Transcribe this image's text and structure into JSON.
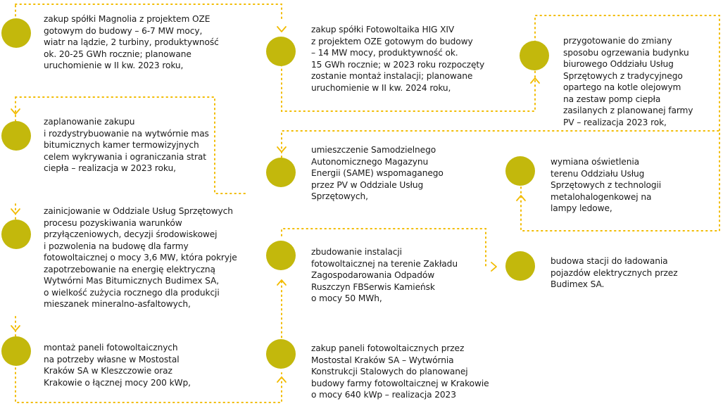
{
  "steps": [
    {
      "id": "s1",
      "text": "zakup spółki Magnolia z projektem OZE\ngotowym do budowy – 6-7 MW mocy,\nwiatr na lądzie, 2 turbiny, produktywność\nok. 20-25 GWh rocznie; planowane\nuruchomienie w II kw. 2023 roku,"
    },
    {
      "id": "s2",
      "text": "zaplanowanie zakupu\ni rozdystrybuowanie na wytwórnie mas\nbitumicznych kamer termowizyjnych\ncelem wykrywania i ograniczania strat\nciepła – realizacja w 2023 roku,"
    },
    {
      "id": "s3",
      "text": "zainicjowanie w Oddziale Usług Sprzętowych\nprocesu pozyskiwania warunków\nprzyłączeniowych, decyzji środowiskowej\ni pozwolenia na budowę dla farmy\nfotowoltaicznej o mocy 3,6 MW, która pokryje\nzapotrzebowanie na energię elektryczną\nWytwórni Mas Bitumicznych Budimex SA,\no wielkość zużycia rocznego dla produkcji\nmieszanek mineralno-asfaltowych,"
    },
    {
      "id": "s4",
      "text": "montaż paneli fotowoltaicznych\nna potrzeby własne w Mostostal\nKraków SA w Kleszczowie oraz\nKrakowie o łącznej mocy 200 kWp,"
    },
    {
      "id": "s5",
      "text": "zakup paneli fotowoltaicznych przez\nMostostal Kraków SA – Wytwórnia\nKonstrukcji Stalowych do planowanej\nbudowy farmy fotowoltaicznej w Krakowie\no mocy 640 kWp – realizacja 2023"
    },
    {
      "id": "s6",
      "text": "zbudowanie instalacji\nfotowoltaicznej na terenie Zakładu\nZagospodarowania Odpadów\nRuszczyn FBSerwis Kamieńsk\no mocy 50 MWh,"
    },
    {
      "id": "s7",
      "text": "umieszczenie Samodzielnego\nAutonomicznego Magazynu\nEnergii (SAME) wspomaganego\nprzez PV w Oddziale Usług\nSprzętowych,"
    },
    {
      "id": "s8",
      "text": "zakup spółki Fotowoltaika HIG XIV\nz projektem OZE gotowym do budowy\n– 14 MW mocy, produktywność ok.\n15 GWh rocznie; w 2023 roku rozpoczęty\nzostanie montaż instalacji; planowane\nuruchomienie w II kw. 2024 roku,"
    },
    {
      "id": "s9",
      "text": "przygotowanie do zmiany\nsposobu ogrzewania budynku\nbiurowego Oddziału Usług\nSprzętowych z tradycyjnego\nopartego na kotle olejowym\nna zestaw pomp ciepła\nzasilanych z planowanej farmy\nPV – realizacja 2023 rok,"
    },
    {
      "id": "s10",
      "text": "wymiana oświetlenia\nterenu Oddziału Usług\nSprzętowych z technologii\nmetalohalogenkowej na\nlampy ledowe,"
    },
    {
      "id": "s11",
      "text": "budowa stacji do ładowania\npojazdów elektrycznych przez\nBudimex SA."
    }
  ],
  "colors": {
    "dot": "#c3b80c",
    "connector": "#f2bb00",
    "text": "#1a1a1a"
  }
}
